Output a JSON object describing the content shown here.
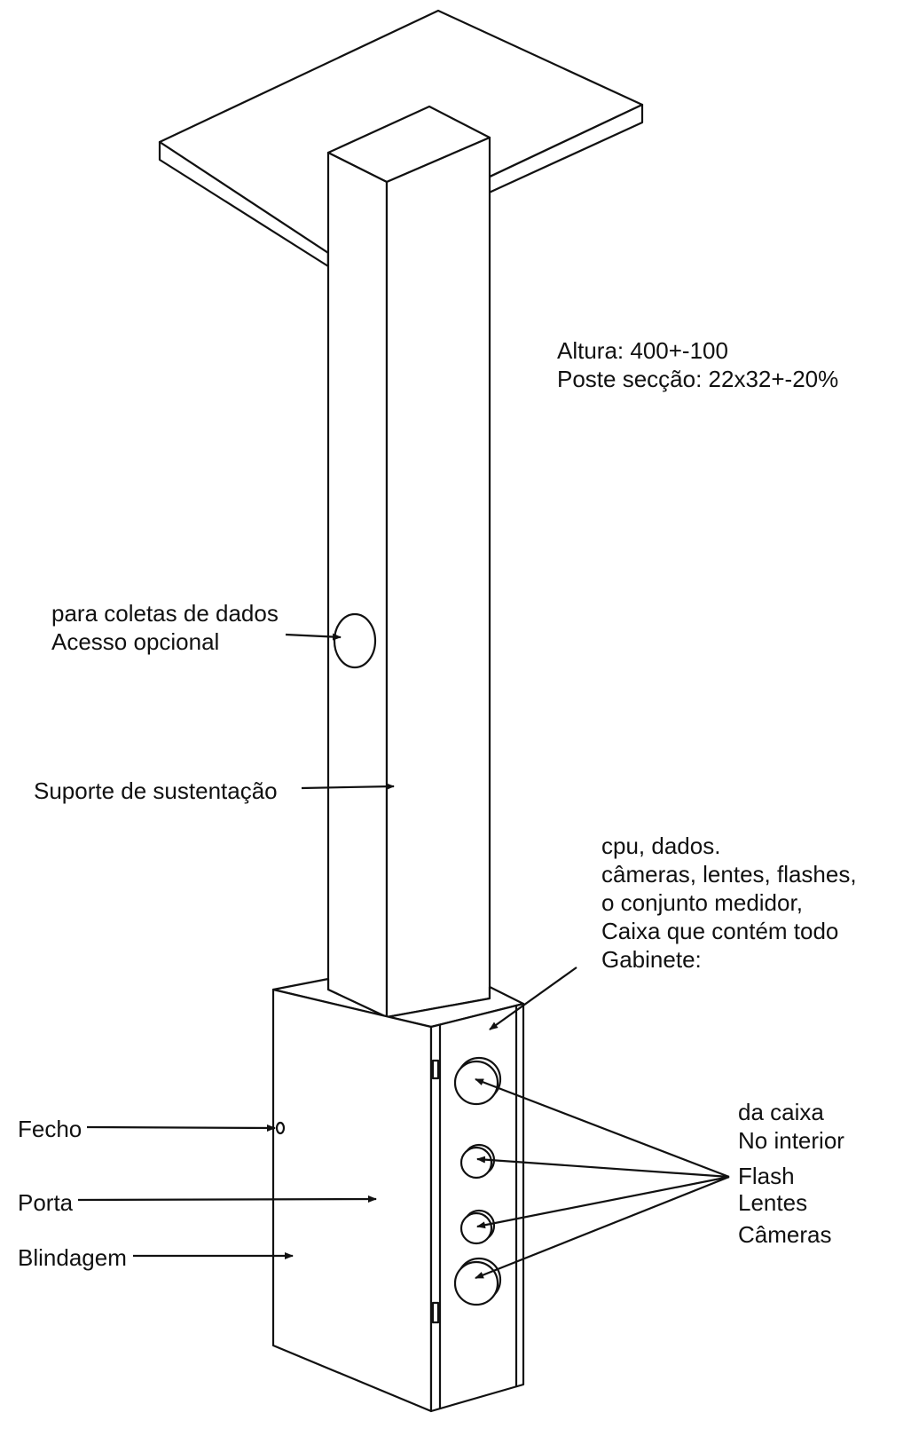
{
  "specs": {
    "height": "Altura: 400+-100",
    "section": "Poste secção: 22x32+-20%"
  },
  "labels": {
    "optional_access_line1": "para coletas de dados",
    "optional_access_line2": "Acesso opcional",
    "support": "Suporte de sustentação",
    "cabinet_line1": "cpu, dados.",
    "cabinet_line2": "câmeras, lentes, flashes,",
    "cabinet_line3": "o conjunto medidor,",
    "cabinet_line4": "Caixa que contém todo",
    "cabinet_line5": "Gabinete:",
    "latch": "Fecho",
    "door": "Porta",
    "armor": "Blindagem",
    "inside_line1": "da caixa",
    "inside_line2": "No interior",
    "flash": "Flash",
    "lenses": "Lentes",
    "cameras": "Câmeras"
  },
  "colors": {
    "ink": "#111111",
    "paper": "#ffffff"
  }
}
